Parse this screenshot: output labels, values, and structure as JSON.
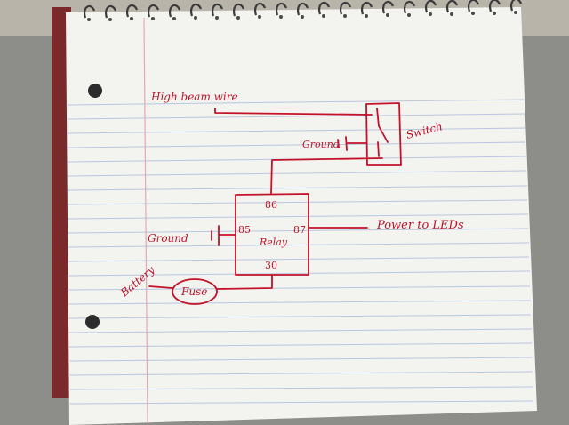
{
  "diagram": {
    "ink_color": "#c4122a",
    "labels": {
      "high_beam_wire": "High beam wire",
      "switch": "Switch",
      "switch_ground": "Ground",
      "relay": "Relay",
      "pin_86": "86",
      "pin_85": "85",
      "pin_87": "87",
      "pin_30": "30",
      "relay_ground": "Ground",
      "power_to_leds": "Power to LEDs",
      "battery": "Battery",
      "fuse": "Fuse"
    }
  }
}
